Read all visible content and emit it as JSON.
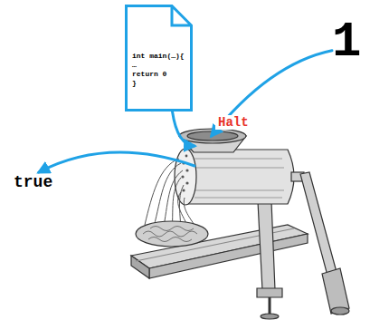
{
  "diagram": {
    "nodes": [
      {
        "text": [
          "int main(…){",
          "…",
          "return 0",
          "}"
        ]
      },
      {
        "text": [
          "1"
        ]
      },
      {
        "text": [
          "Halt"
        ]
      },
      {
        "text": [
          "true"
        ]
      }
    ],
    "edges": [
      {
        "from": 0,
        "to": 2,
        "arrow": "to"
      },
      {
        "from": 1,
        "to": 2,
        "arrow": "to"
      },
      {
        "from": 2,
        "to": 3,
        "arrow": "to"
      }
    ]
  }
}
